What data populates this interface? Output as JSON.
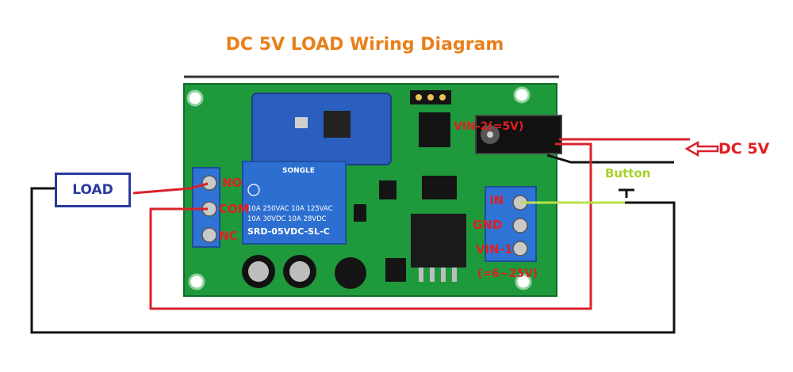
{
  "title": "DC 5V  LOAD Wiring Diagram",
  "load_label": "LOAD",
  "terminals": {
    "no": "NO",
    "com": "COM",
    "nc": "NC"
  },
  "inputs": {
    "in": "IN",
    "gnd": "GND",
    "vin1": "VIN-1",
    "vin1_range": "(=6~25V)",
    "vin2": "VIN-2(=5V)"
  },
  "power_label": "DC 5V",
  "button_label": "Button",
  "relay": {
    "brand": "SONGLE",
    "line1": "10A 250VAC  10A 125VAC",
    "line2": "10A  30VDC  10A  28VDC",
    "model": "SRD-05VDC-SL-C"
  },
  "colors": {
    "title": "#e8801a",
    "label_red": "#e02020",
    "load_box": "#2b3a9e",
    "button_green": "#a6d22a",
    "pcb_green": "#1e9a3c",
    "relay_blue": "#2d6fd1",
    "terminal_blue": "#2f74d4",
    "wire_red": "#d8222a",
    "wire_black": "#111111",
    "wire_green": "#b7e04a"
  }
}
